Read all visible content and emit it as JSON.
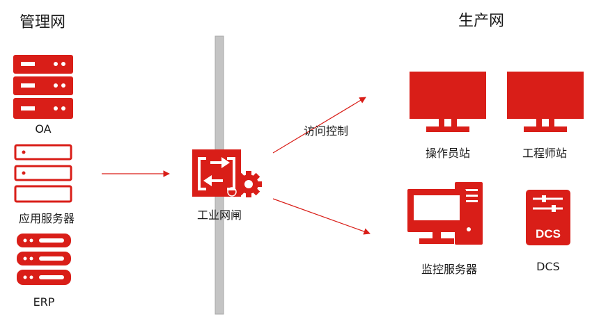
{
  "colors": {
    "accent": "#d91e18",
    "wall": "#c4c4c4",
    "wall_border": "#a8a8a8",
    "white": "#ffffff"
  },
  "zones": {
    "management": "管理网",
    "production": "生产网"
  },
  "nodes": {
    "oa": "OA",
    "app_server": "应用服务器",
    "erp": "ERP",
    "gateway": "工业网闸",
    "operator_station": "操作员站",
    "engineer_station": "工程师站",
    "monitor_server": "监控服务器",
    "dcs": "DCS",
    "dcs_badge": "DCS"
  },
  "edges": {
    "access_control": "访问控制"
  },
  "icons": {
    "oa": "rack-server-icon",
    "app_server": "outline-server-icon",
    "erp": "rack-server-icon",
    "gateway": "gateway-arrows-gear-icon",
    "operator_station": "monitor-icon",
    "engineer_station": "monitor-icon",
    "monitor_server": "workstation-tower-icon",
    "dcs": "dcs-controller-icon"
  }
}
